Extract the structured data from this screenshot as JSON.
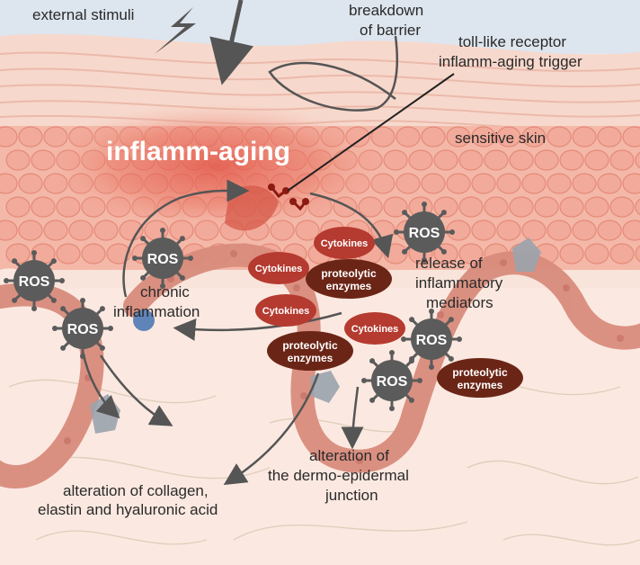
{
  "labels": {
    "external_stimuli": "external stimuli",
    "breakdown_line1": "breakdown",
    "breakdown_line2": "of barrier",
    "tlr_line1": "toll-like receptor",
    "tlr_line2": "inflamm-aging trigger",
    "sensitive_skin": "sensitive skin",
    "inflamm_aging": "inflamm-aging",
    "chronic_line1": "chronic",
    "chronic_line2": "inflammation",
    "release_line1": "release of",
    "release_line2": "inflammatory",
    "release_line3": "mediators",
    "collagen_line1": "alteration of collagen,",
    "collagen_line2": "elastin and hyaluronic acid",
    "dej_line1": "alteration of",
    "dej_line2": "the dermo-epidermal",
    "dej_line3": "junction"
  },
  "ros_label": "ROS",
  "cytokines_label": "Cytokines",
  "enzymes_line1": "proteolytic",
  "enzymes_line2": "enzymes",
  "colors": {
    "sky": "#dde5ee",
    "skin_light": "#fbe9e1",
    "cell_fill": "#f2aa9a",
    "cell_stroke": "#e48a78",
    "inflamm_glow": "#e2584a",
    "junction_band": "#d98c7c",
    "ros_body": "#5b5b5b",
    "cytokine_pill": "#b53a30",
    "enzyme_pill": "#6b2516",
    "arrow": "#555555"
  }
}
